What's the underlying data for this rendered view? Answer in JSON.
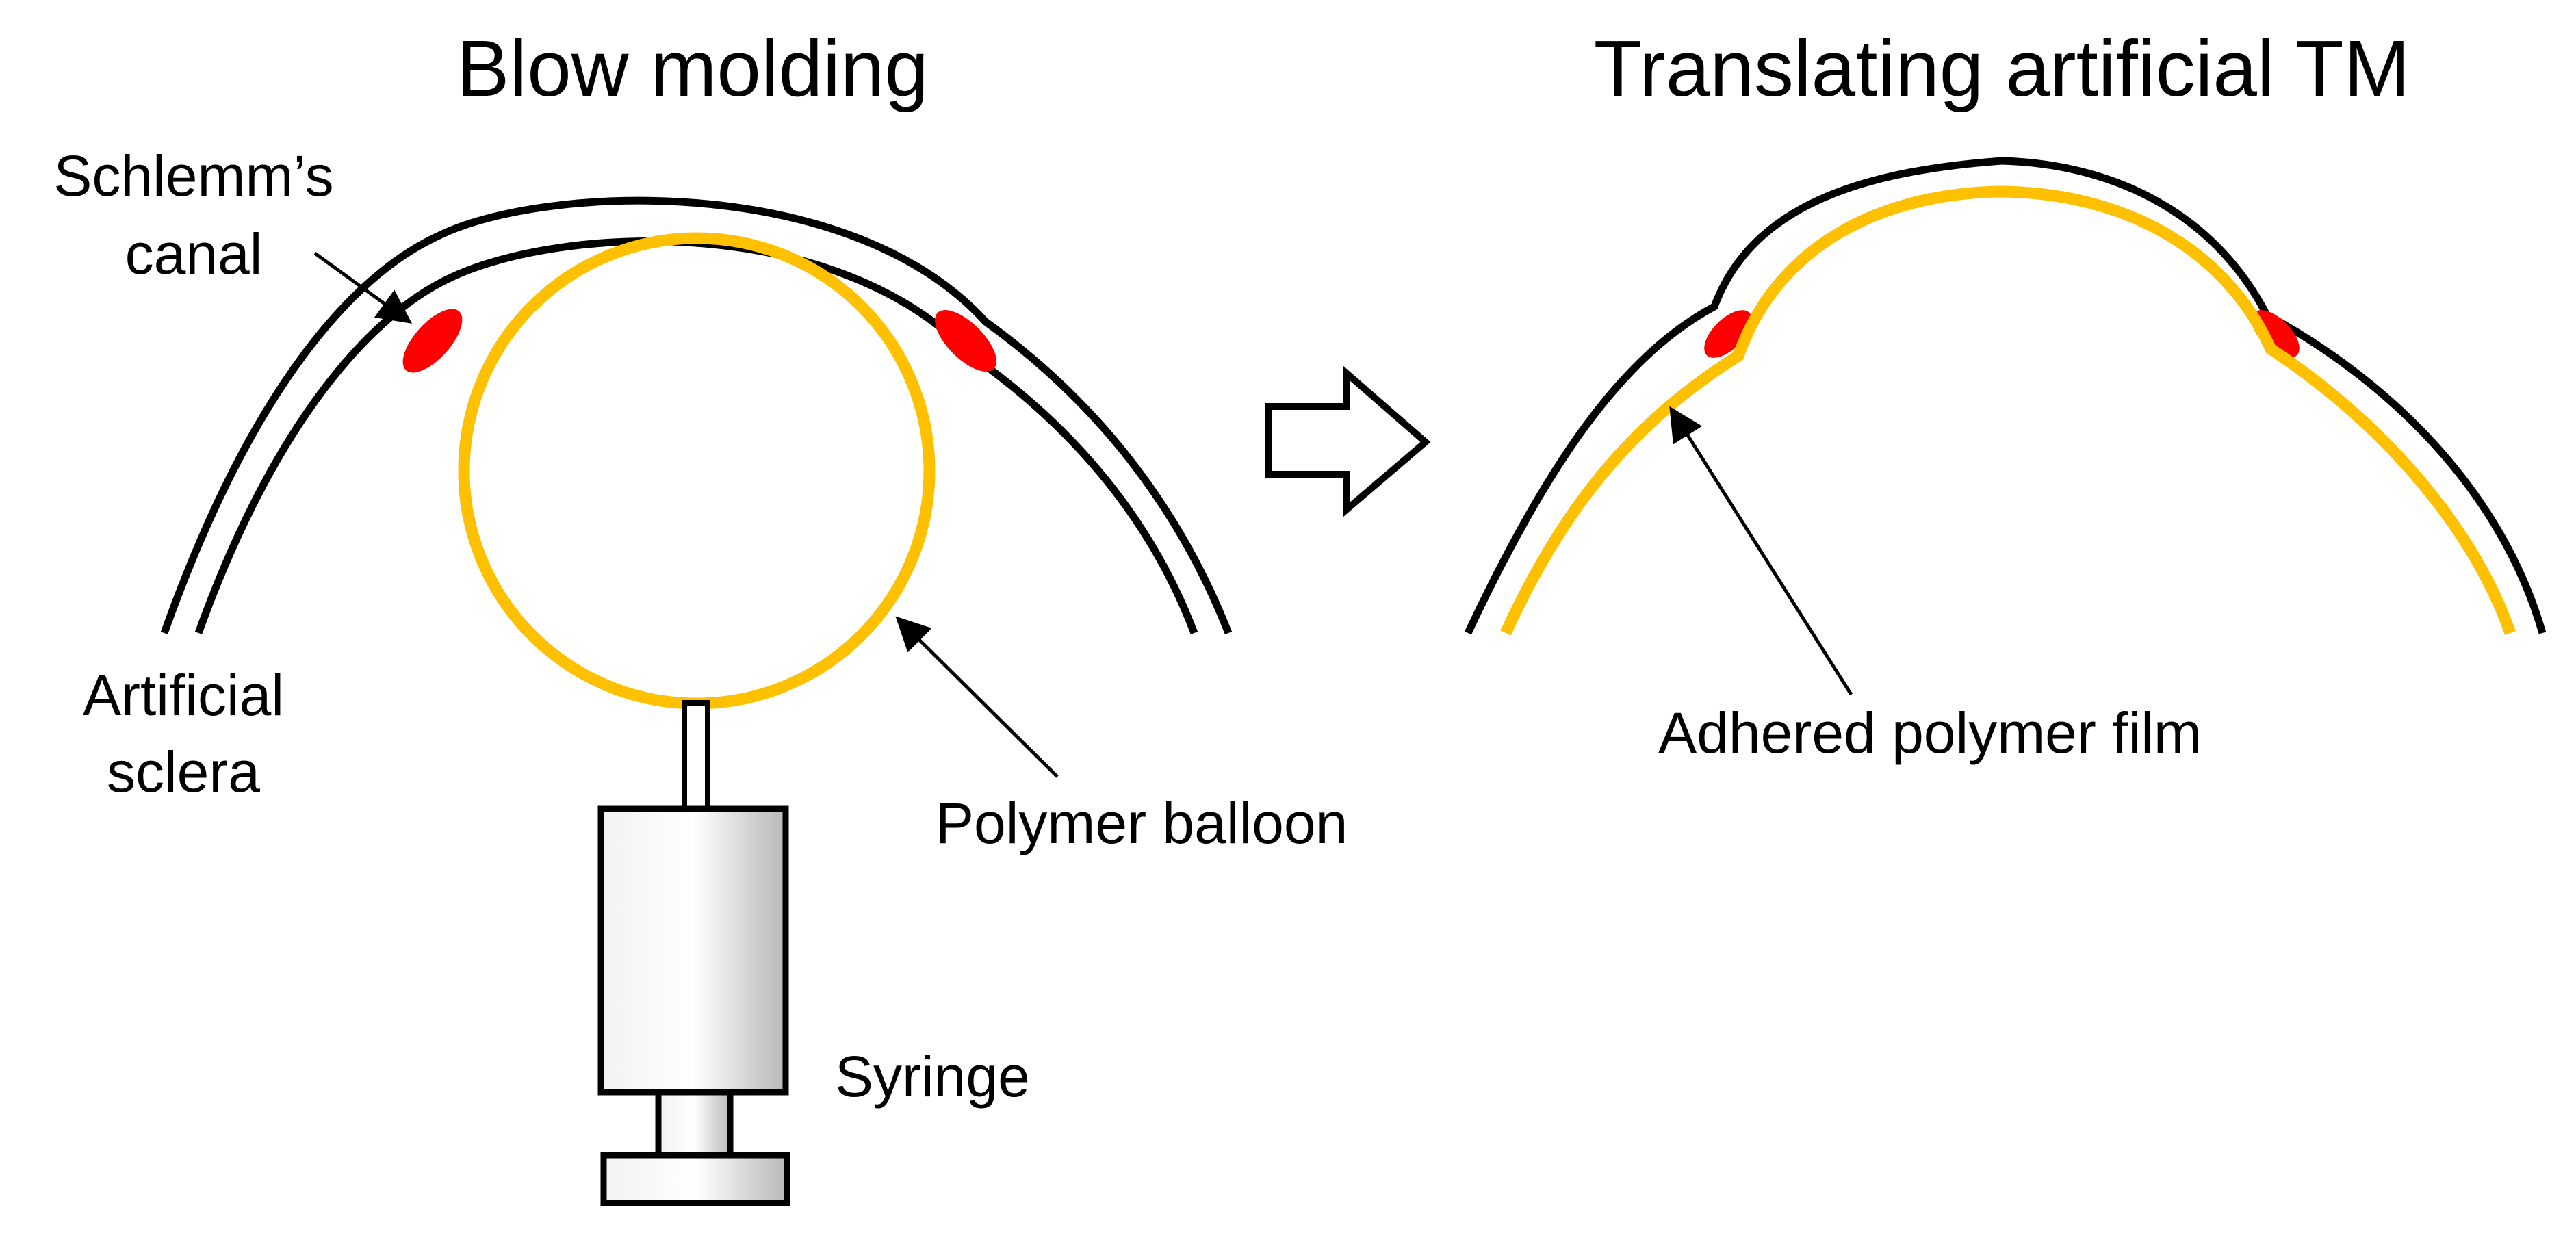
{
  "left_panel": {
    "title": "Blow molding",
    "labels": {
      "schlemm_line1": "Schlemm’s",
      "schlemm_line2": "canal",
      "sclera_line1": "Artificial",
      "sclera_line2": "sclera",
      "balloon": "Polymer balloon",
      "syringe": "Syringe"
    }
  },
  "right_panel": {
    "title": "Translating artificial TM",
    "labels": {
      "film": "Adhered polymer film"
    }
  },
  "colors": {
    "outline": "#000000",
    "polymer": "#FFC000",
    "canal": "#FF0000",
    "syringe_light": "#FFFFFF",
    "syringe_dark": "#BFBFBF"
  },
  "icons": {
    "transition_arrow": "hollow-right-arrow"
  }
}
